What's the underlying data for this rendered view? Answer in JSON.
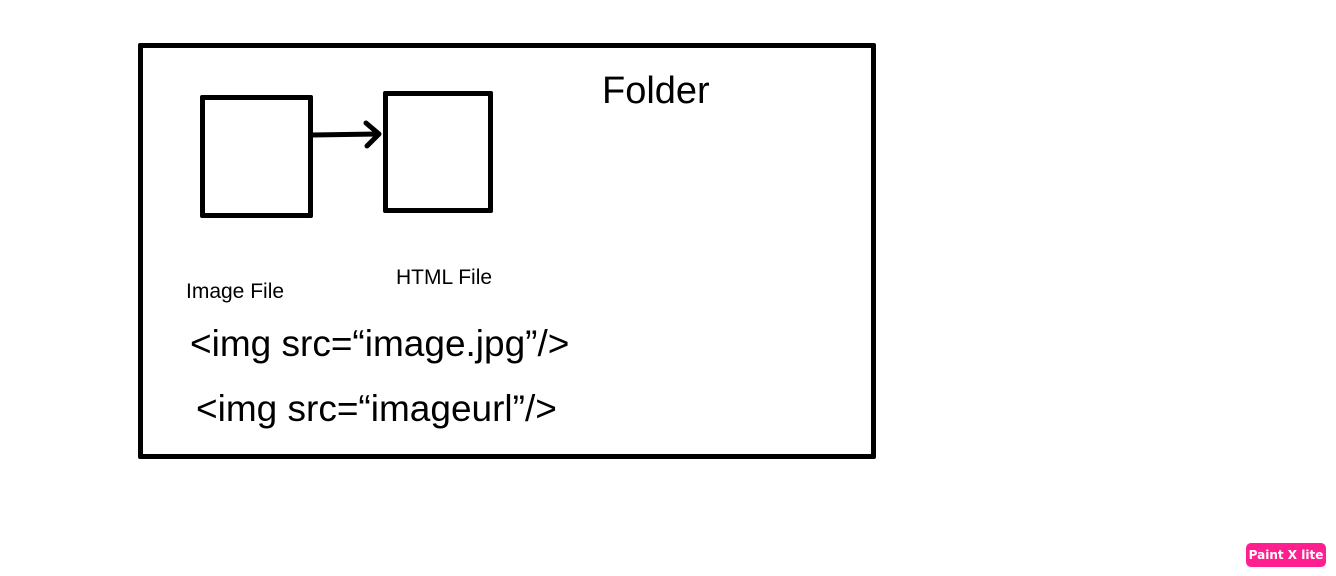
{
  "diagram": {
    "folder_label": "Folder",
    "image_file_label": "Image File",
    "html_file_label": "HTML File",
    "code_lines": [
      "<img src=“image.jpg”/>",
      "<img src=“imageurl”/>"
    ]
  },
  "watermark": {
    "text": "Paint X lite",
    "color": "#ff1f8f"
  }
}
